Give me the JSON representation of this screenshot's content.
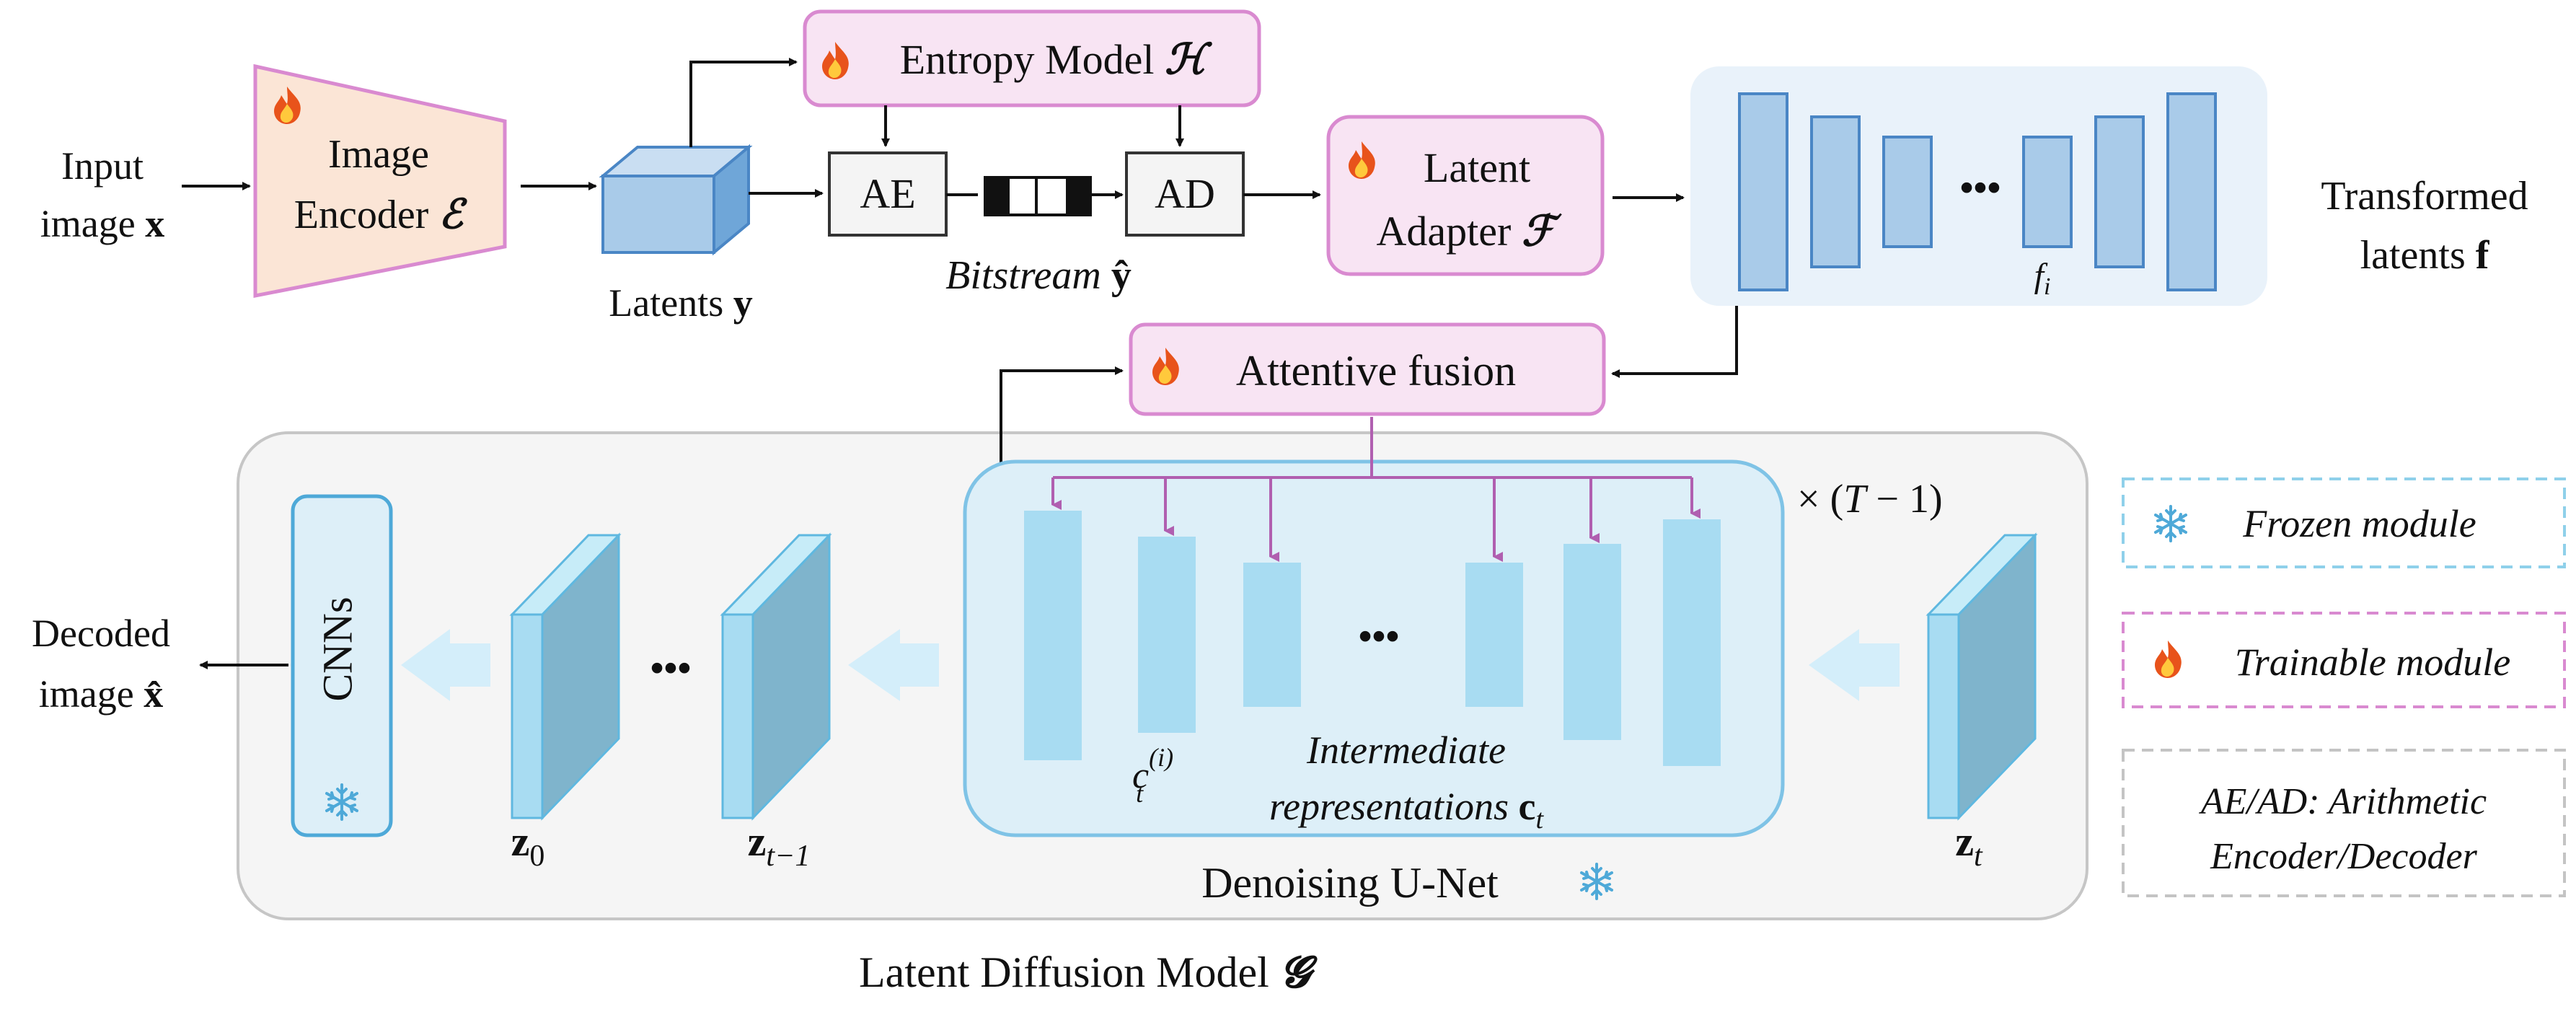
{
  "input": {
    "line1": "Input",
    "line2": "image",
    "var": "x"
  },
  "encoder": {
    "line1": "Image",
    "line2": "Encoder",
    "symbol": "ℰ",
    "status_icon": "fire-icon"
  },
  "latents": {
    "label": "Latents",
    "var": "y"
  },
  "entropy_model": {
    "label": "Entropy Model",
    "symbol": "ℋ",
    "status_icon": "fire-icon"
  },
  "ae_label": "AE",
  "ad_label": "AD",
  "bitstream": {
    "label": "Bitstream",
    "var": "ŷ"
  },
  "adapter": {
    "line1": "Latent",
    "line2": "Adapter",
    "symbol": "ℱ",
    "status_icon": "fire-icon"
  },
  "transformed": {
    "line1": "Transformed",
    "line2": "latents",
    "var": "f",
    "feature": "f",
    "feature_sub": "i",
    "ellipsis": "•••"
  },
  "fusion": {
    "label": "Attentive fusion",
    "status_icon": "fire-icon"
  },
  "unet": {
    "label": "Denoising U-Net",
    "status_icon": "snowflake-icon",
    "repeat_prefix": "× (",
    "repeat_T": "T",
    "repeat_suffix": " − 1)",
    "intermediate_line1": "Intermediate",
    "intermediate_line2": "representations",
    "intermediate_var": "c",
    "intermediate_sub": "t",
    "layer_symbol": "c",
    "layer_sub": "t",
    "layer_sup": "(i)",
    "ellipsis": "•••"
  },
  "cnns": {
    "label": "CNNs",
    "status_icon": "snowflake-icon"
  },
  "z0": {
    "var": "z",
    "sub": "0"
  },
  "zt1": {
    "var": "z",
    "sub": "t−1"
  },
  "zt": {
    "var": "z",
    "sub": "t"
  },
  "z_ellipsis": "•••",
  "decoded": {
    "line1": "Decoded",
    "line2": "image",
    "var": "x̂"
  },
  "ldm": {
    "label": "Latent Diffusion Model",
    "symbol": "𝓖"
  },
  "legend": {
    "frozen": {
      "label": "Frozen module",
      "icon": "snowflake-icon"
    },
    "trainable": {
      "label": "Trainable module",
      "icon": "fire-icon"
    },
    "aead_line1": "AE/AD: Arithmetic",
    "aead_line2": "Encoder/Decoder"
  },
  "colors": {
    "encoder_fill": "#fbe5d6",
    "pink_border": "#d98ad0",
    "pink_fill": "#f8e4f3",
    "latent_blue": "#a9cbe9",
    "unet_fill": "#ddeff8",
    "unet_border": "#7fc3e6",
    "layer_blue": "#a8dcf2",
    "gray_box": "#f4f4f4",
    "purple_arrow": "#b05fb0",
    "frozen_dash": "#8fd0ea",
    "trainable_dash": "#d98ad0"
  }
}
